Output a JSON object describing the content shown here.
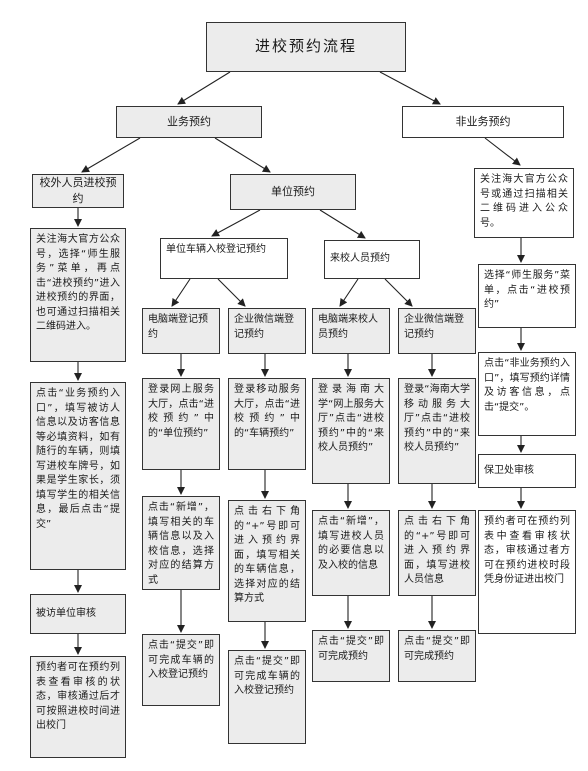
{
  "title": "进校预约流程",
  "business": "业务预约",
  "nonbusiness": "非业务预约",
  "outside": "校外人员进校预约",
  "unit": "单位预约",
  "vehicle": "单位车辆入校登记预约",
  "visitor": "来校人员预约",
  "pc_vehicle": "电脑端登记预约",
  "wx_vehicle": "企业微信端登记预约",
  "pc_visitor": "电脑端来校人员预约",
  "wx_visitor": "企业微信端登记预约",
  "o1": "关注海大官方公众号，选择“师生服务”菜单，再点击“进校预约”进入进校预约的界面，也可通过扫描相关二维码进入。",
  "o2": "点击“业务预约入口”，填写被访人信息以及访客信息等必填资料，如有随行的车辆，则填写进校车牌号，如果是学生家长，须填写学生的相关信息，最后点击“提交”",
  "o3": "被访单位审核",
  "o4": "预约者可在预约列表查看审核的状态，审核通过后才可按照进校时间进出校门",
  "v1_1": "登录网上服务大厅，点击“进校预约”中的“单位预约”",
  "v1_2": "点击“新增”，填写相关的车辆信息以及入校信息，选择对应的结算方式",
  "v1_3": "点击“提交”即可完成车辆的入校登记预约",
  "v2_1": "登录移动服务大厅，点击“进校预约”中的“车辆预约”",
  "v2_2": "点击右下角的“+”号即可进入预约界面，填写相关的车辆信息，选择对应的结算方式",
  "v2_3": "点击“提交”即可完成车辆的入校登记预约",
  "p1_1": "登录海南大学“网上服务大厅”点击“进校预约”中的“来校人员预约”",
  "p1_2": "点击“新增”，填写进校人员的必要信息以及入校的信息",
  "p1_3": "点击“提交”即可完成预约",
  "p2_1": "登录“海南大学移动服务大厅”点击“进校预约”中的“来校人员预约”",
  "p2_2": "点击右下角的“+”号即可进入预约界面，填写进校人员信息",
  "p2_3": "点击“提交”即可完成预约",
  "n1": "关注海大官方公众号或通过扫描相关二维码进入公众号。",
  "n2": "选择“师生服务”菜单，点击“进校预约”",
  "n3": "点击“非业务预约入口”，填写预约详情及访客信息，点击“提交”。",
  "n4": "保卫处审核",
  "n5": "预约者可在预约列表中查看审核状态，审核通过者方可在预约进校时段凭身份证进出校门"
}
